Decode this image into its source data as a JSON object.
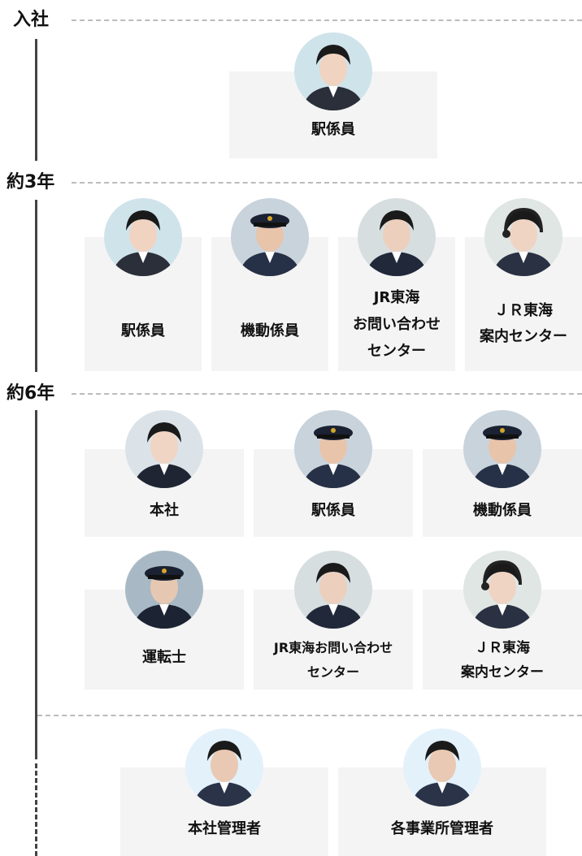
{
  "stages": [
    {
      "label": "入社",
      "cards": [
        {
          "title": "駅係員",
          "photo": "staff-woman-uniform"
        }
      ]
    },
    {
      "label": "約3年",
      "cards": [
        {
          "title": "駅係員",
          "photo": "staff-woman-uniform"
        },
        {
          "title": "機動係員",
          "photo": "staff-man-cap"
        },
        {
          "title": "JR東海\nお問い合わせ\nセンター",
          "photo": "staff-man-office"
        },
        {
          "title": "ＪＲ東海\n案内センター",
          "photo": "staff-woman-headset"
        }
      ]
    },
    {
      "label": "約6年",
      "cards": [
        {
          "title": "本社",
          "photo": "staff-woman-suit"
        },
        {
          "title": "駅係員",
          "photo": "staff-man-cap"
        },
        {
          "title": "機動係員",
          "photo": "staff-man-cap"
        },
        {
          "title": "運転士",
          "photo": "driver-cap"
        },
        {
          "title": "JR東海お問い合わせ\nセンター",
          "photo": "staff-man-office"
        },
        {
          "title": "ＪＲ東海\n案内センター",
          "photo": "staff-woman-headset"
        }
      ]
    },
    {
      "label": "",
      "cards": [
        {
          "title": "本社管理者",
          "photo": "manager-glasses"
        },
        {
          "title": "各事業所管理者",
          "photo": "manager-glasses"
        }
      ]
    }
  ]
}
